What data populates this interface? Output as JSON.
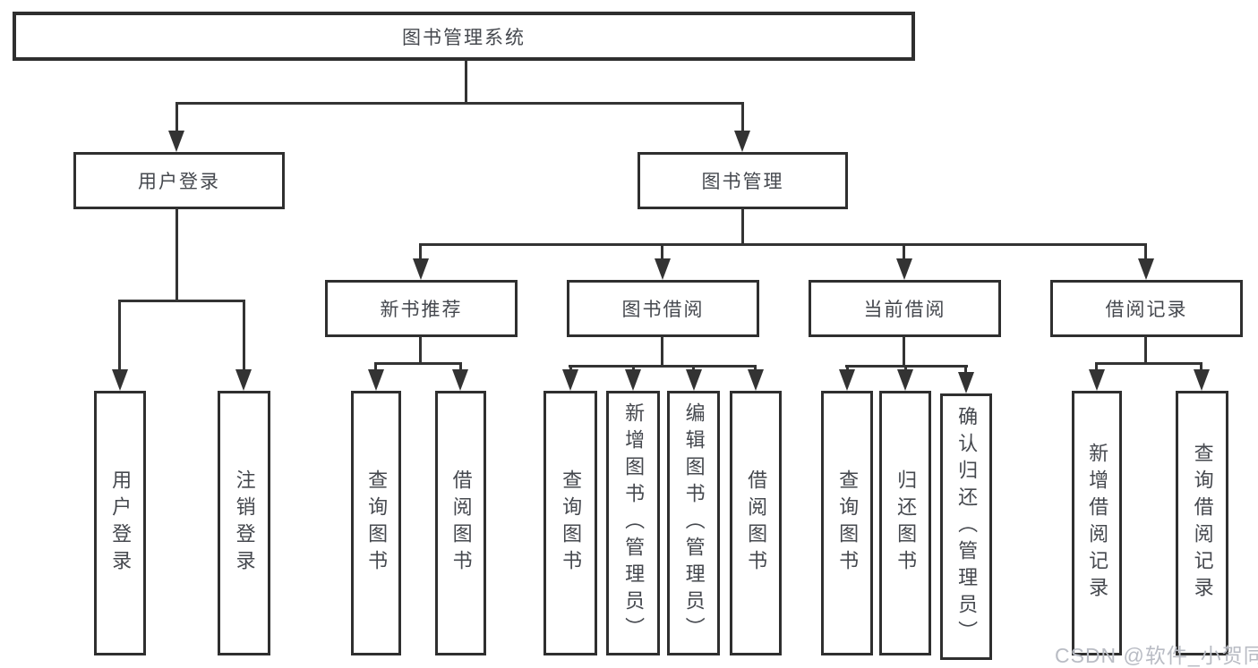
{
  "tree": {
    "root": "图书管理系统",
    "children": [
      {
        "label": "用户登录",
        "children": [
          {
            "label": "用户登录"
          },
          {
            "label": "注销登录"
          }
        ]
      },
      {
        "label": "图书管理",
        "children": [
          {
            "label": "新书推荐",
            "children": [
              {
                "label": "查询图书"
              },
              {
                "label": "借阅图书"
              }
            ]
          },
          {
            "label": "图书借阅",
            "children": [
              {
                "label": "查询图书"
              },
              {
                "label": "新增图书（管理员）"
              },
              {
                "label": "编辑图书（管理员）"
              },
              {
                "label": "借阅图书"
              }
            ]
          },
          {
            "label": "当前借阅",
            "children": [
              {
                "label": "查询图书"
              },
              {
                "label": "归还图书"
              },
              {
                "label": "确认归还（管理员）"
              }
            ]
          },
          {
            "label": "借阅记录",
            "children": [
              {
                "label": "新增借阅记录"
              },
              {
                "label": "查询借阅记录"
              }
            ]
          }
        ]
      }
    ]
  },
  "watermark": {
    "text": "CSDN @软件_小贺同学"
  },
  "colors": {
    "line": "#333333",
    "box_border": "#2f2f2f",
    "text": "#45484e",
    "watermark": "#b9bcc4",
    "background": "#ffffff"
  }
}
